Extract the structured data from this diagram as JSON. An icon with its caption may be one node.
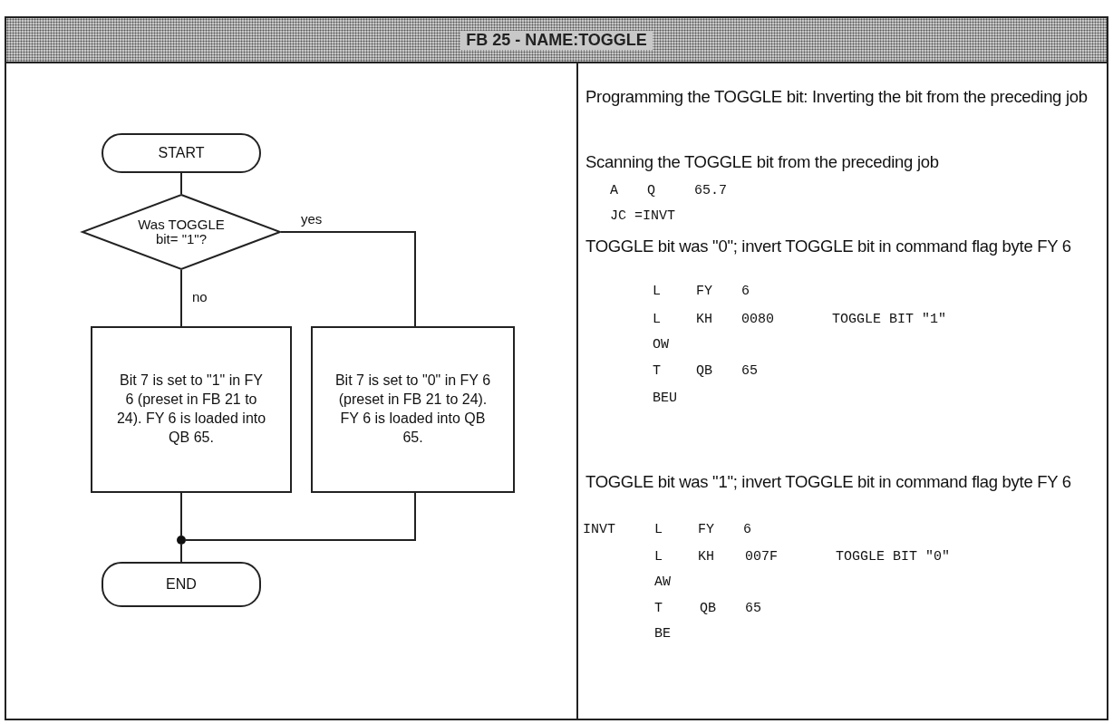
{
  "diagram": {
    "title": "FB 25 - NAME:TOGGLE",
    "nodes": [
      {
        "text": [
          "START"
        ]
      },
      {
        "text": [
          "Was TOGGLE bit= \"1\"?"
        ]
      },
      {
        "text": [
          "Bit 7 is set to \"1\" in FY 6 (preset in FB 21 to 24). FY 6 is loaded into QB 65."
        ]
      },
      {
        "text": [
          "Bit 7 is set to \"0\" in FY 6 (preset in FB 21 to 24). FY 6 is loaded into QB 65."
        ]
      },
      {
        "text": [],
        "shape": "circle"
      },
      {
        "text": [
          "END"
        ]
      }
    ],
    "edges": [
      {
        "from": 0,
        "to": 1,
        "arrow": "none"
      },
      {
        "from": 1,
        "to": 2,
        "arrow": "none",
        "label": "no"
      },
      {
        "from": 1,
        "to": 3,
        "arrow": "none",
        "label": "yes"
      },
      {
        "from": 2,
        "to": 4,
        "arrow": "none"
      },
      {
        "from": 3,
        "to": 4,
        "arrow": "none"
      },
      {
        "from": 4,
        "to": 5,
        "arrow": "none"
      }
    ],
    "labels": [
      "Programming the TOGGLE bit: Inverting the bit from the preceding job",
      "Scanning the TOGGLE bit from the preceding job",
      "A",
      "Q",
      "65.7",
      "JC =INVT",
      "TOGGLE bit was \"0\"; invert TOGGLE bit in command flag byte FY 6",
      "L",
      "FY",
      "6",
      "L",
      "KH",
      "0080",
      "TOGGLE BIT \"1\"",
      "OW",
      "T",
      "QB",
      "65",
      "BEU",
      "TOGGLE bit was \"1\"; invert TOGGLE bit in command flag byte FY 6",
      "INVT",
      "L",
      "FY",
      "6",
      "L",
      "KH",
      "007F",
      "TOGGLE BIT \"0\"",
      "AW",
      "T",
      "QB",
      "65",
      "BE"
    ]
  }
}
